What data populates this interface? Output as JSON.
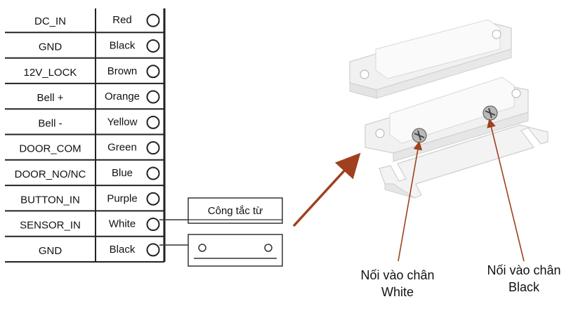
{
  "pins": [
    {
      "name": "DC_IN",
      "color": "Red"
    },
    {
      "name": "GND",
      "color": "Black"
    },
    {
      "name": "12V_LOCK",
      "color": "Brown"
    },
    {
      "name": "Bell +",
      "color": "Orange"
    },
    {
      "name": "Bell -",
      "color": "Yellow"
    },
    {
      "name": "DOOR_COM",
      "color": "Green"
    },
    {
      "name": "DOOR_NO/NC",
      "color": "Blue"
    },
    {
      "name": "BUTTON_IN",
      "color": "Purple"
    },
    {
      "name": "SENSOR_IN",
      "color": "White"
    },
    {
      "name": "GND",
      "color": "Black"
    }
  ],
  "switch_label": "Công tắc từ",
  "callouts": {
    "white_line1": "Nối vào chân",
    "white_line2": "White",
    "black_line1": "Nối vào chân",
    "black_line2": "Black"
  },
  "colors": {
    "arrow": "#a0401f",
    "device": "#f4f4f4",
    "device_edge": "#cfcfcf"
  }
}
